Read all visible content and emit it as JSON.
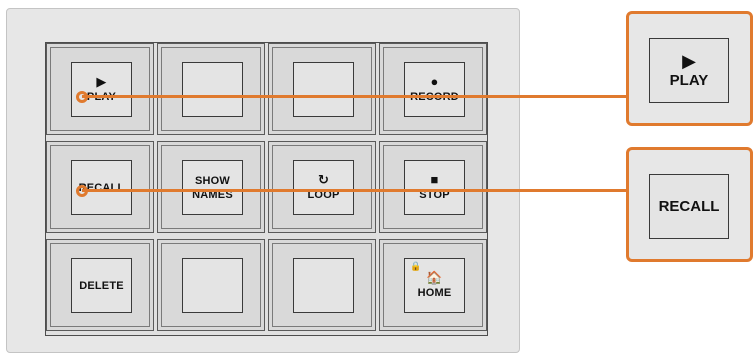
{
  "panel": {
    "keys": [
      {
        "glyph": "▶",
        "line1": "PLAY",
        "line2": ""
      },
      {
        "glyph": "",
        "line1": "",
        "line2": ""
      },
      {
        "glyph": "",
        "line1": "",
        "line2": ""
      },
      {
        "glyph": "●",
        "line1": "RECORD",
        "line2": ""
      },
      {
        "glyph": "",
        "line1": "RECALL",
        "line2": ""
      },
      {
        "glyph": "",
        "line1": "SHOW",
        "line2": "NAMES"
      },
      {
        "glyph": "↻",
        "line1": "LOOP",
        "line2": ""
      },
      {
        "glyph": "■",
        "line1": "STOP",
        "line2": ""
      },
      {
        "glyph": "",
        "line1": "DELETE",
        "line2": ""
      },
      {
        "glyph": "",
        "line1": "",
        "line2": ""
      },
      {
        "glyph": "",
        "line1": "",
        "line2": ""
      },
      {
        "glyph": "🏠",
        "line1": "HOME",
        "line2": "",
        "lock": "🔒"
      }
    ]
  },
  "callouts": {
    "play": {
      "glyph": "▶",
      "label": "PLAY"
    },
    "recall": {
      "glyph": "",
      "label": "RECALL"
    }
  },
  "colors": {
    "accent": "#e07a2e",
    "panel": "#e7e7e7"
  }
}
